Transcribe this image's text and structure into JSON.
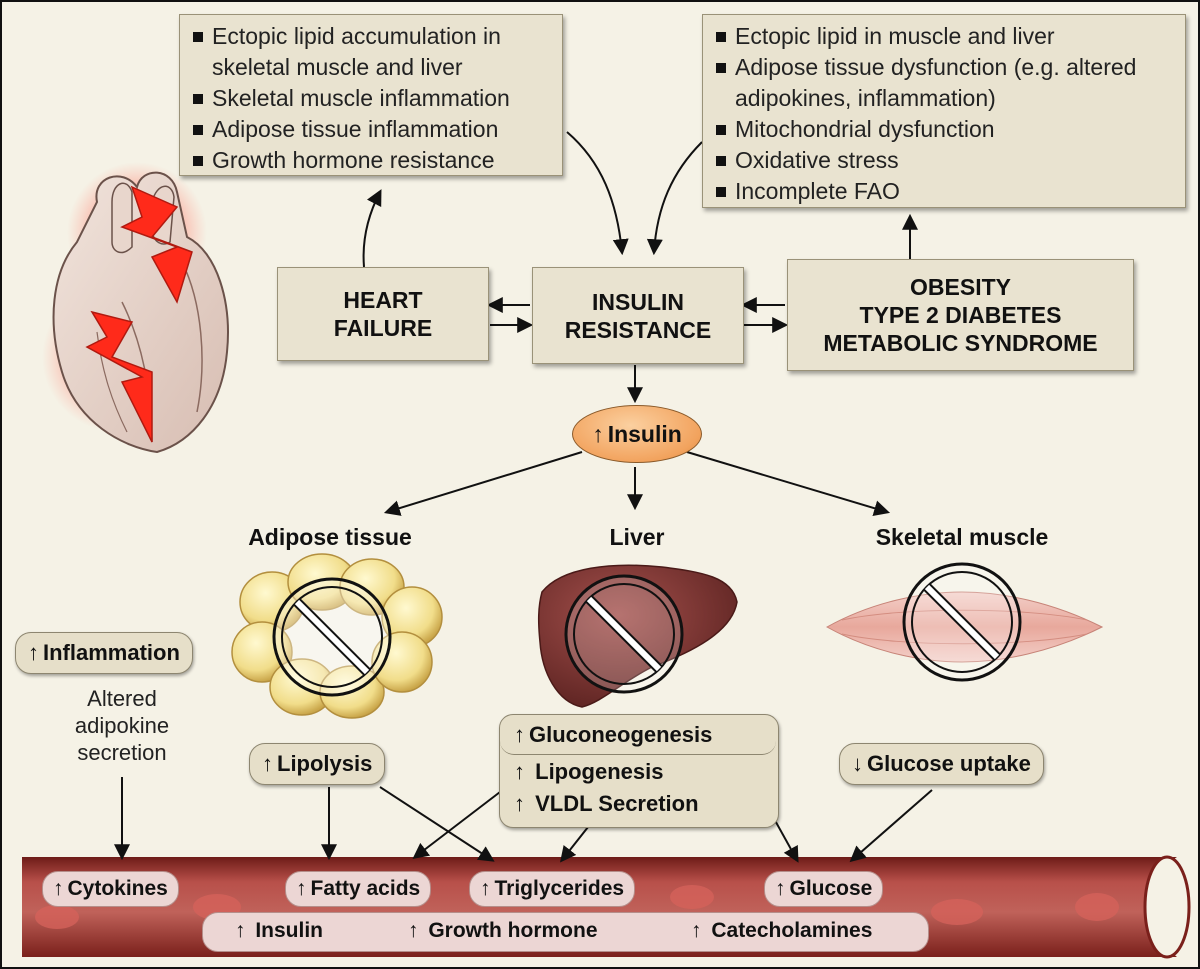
{
  "top_left_box": {
    "items": [
      "Ectopic lipid accumulation in skeletal muscle and liver",
      "Skeletal muscle inflammation",
      "Adipose tissue inflammation",
      "Growth hormone resistance"
    ]
  },
  "top_right_box": {
    "items": [
      "Ectopic lipid in muscle and liver",
      "Adipose tissue dysfunction (e.g. altered adipokines, inflammation)",
      "Mitochondrial dysfunction",
      "Oxidative stress",
      "Incomplete FAO"
    ]
  },
  "central": {
    "heart_failure": [
      "HEART",
      "FAILURE"
    ],
    "insulin_resistance": [
      "INSULIN",
      "RESISTANCE"
    ],
    "obesity": [
      "OBESITY",
      "TYPE 2 DIABETES",
      "METABOLIC SYNDROME"
    ]
  },
  "insulin_node": {
    "arrow": "↑",
    "label": "Insulin"
  },
  "organs": {
    "adipose": "Adipose tissue",
    "liver": "Liver",
    "muscle": "Skeletal muscle"
  },
  "effects": {
    "inflammation": "Inflammation",
    "adipokine": [
      "Altered",
      "adipokine",
      "secretion"
    ],
    "lipolysis": "Lipolysis",
    "gluconeogenesis": "Gluconeogenesis",
    "lipogenesis": "Lipogenesis",
    "vldl": "VLDL Secretion",
    "glucose_uptake_arrow": "↓",
    "glucose_uptake": "Glucose uptake"
  },
  "vessel": {
    "row1": [
      "Cytokines",
      "Fatty acids",
      "Triglycerides",
      "Glucose"
    ],
    "row2": [
      "Insulin",
      "Growth hormone",
      "Catecholamines"
    ]
  },
  "up_arrow": "↑",
  "colors": {
    "box_fill": "#e9e3d0",
    "vessel_red": "#8e2a25",
    "insulin_orange": "#f2a35e",
    "bolt_red": "#ff2a1a"
  }
}
